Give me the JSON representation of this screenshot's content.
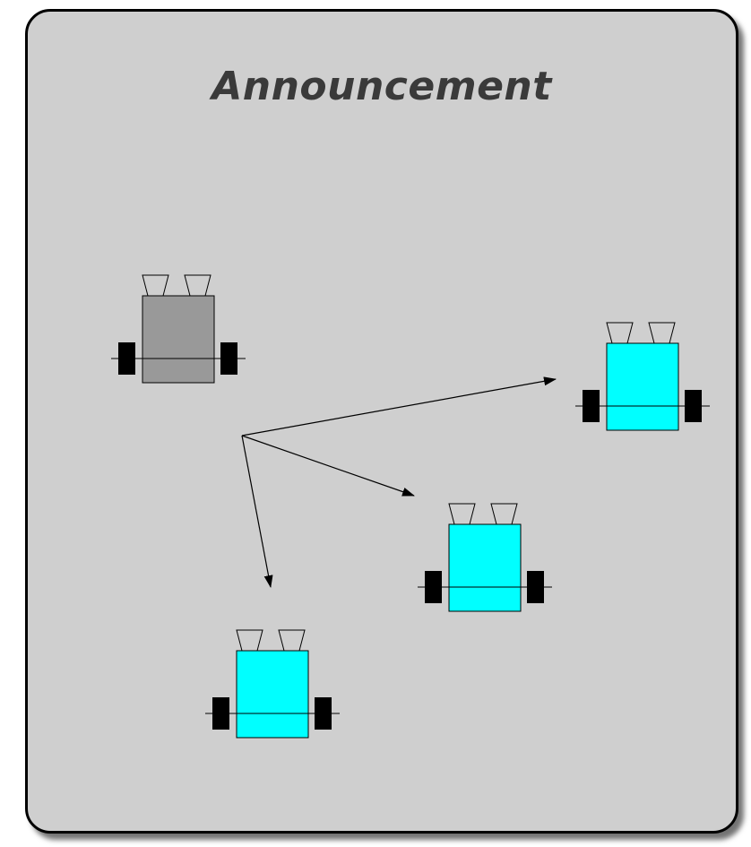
{
  "panel": {
    "title": "Announcement"
  },
  "colors": {
    "panel_background": "#cfcfcf",
    "announcer_body": "#999999",
    "receiver_body": "#00ffff",
    "wheel": "#000000",
    "arrow": "#000000"
  },
  "robots": [
    {
      "role": "announcer",
      "body_color": "#999999"
    },
    {
      "role": "receiver",
      "body_color": "#00ffff"
    },
    {
      "role": "receiver",
      "body_color": "#00ffff"
    },
    {
      "role": "receiver",
      "body_color": "#00ffff"
    }
  ],
  "arrows": [
    {
      "from": "announcer",
      "to": "receiver-right"
    },
    {
      "from": "announcer",
      "to": "receiver-middle"
    },
    {
      "from": "announcer",
      "to": "receiver-bottom"
    }
  ]
}
